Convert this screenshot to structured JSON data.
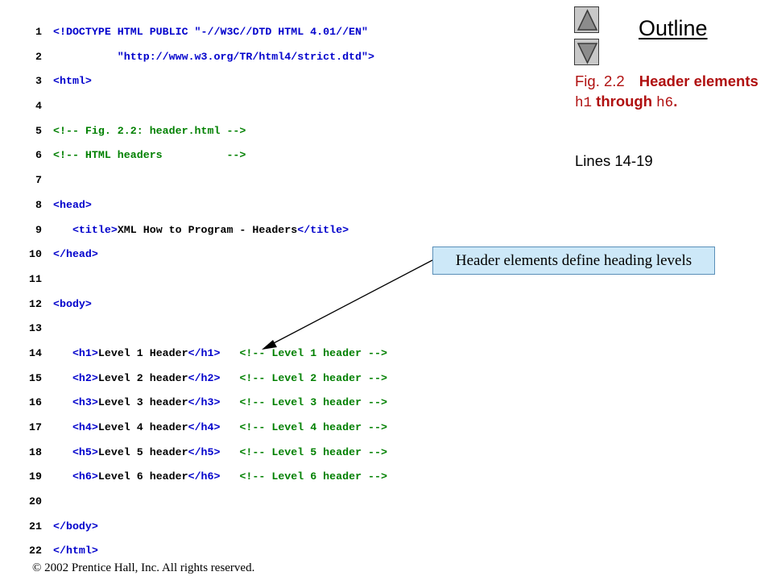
{
  "outline": {
    "title": "Outline",
    "prev_label": "Previous slide",
    "next_label": "Next slide"
  },
  "caption": {
    "fig_label": "Fig. 2.2",
    "text_pre": "Header elements",
    "code_h1": "h1",
    "text_mid": "through",
    "code_h6": "h6",
    "text_end": "."
  },
  "lines_ref": "Lines 14-19",
  "callout": {
    "text": "Header elements define heading levels"
  },
  "footer": {
    "copyright_symbol": "©",
    "copyright_text": "2002 Prentice Hall, Inc.  All rights reserved."
  },
  "colors": {
    "tag": "#0000cc",
    "comment": "#008000",
    "text": "#000000",
    "caption": "#b01010",
    "callout_bg": "#cde8f8"
  },
  "code": [
    {
      "n": "1",
      "parts": [
        {
          "t": "<!DOCTYPE HTML PUBLIC \"-//W3C//DTD HTML 4.01//EN\"",
          "k": "tag"
        }
      ]
    },
    {
      "n": "2",
      "parts": [
        {
          "t": "          \"http://www.w3.org/TR/html4/strict.dtd\">",
          "k": "tag"
        }
      ]
    },
    {
      "n": "3",
      "parts": [
        {
          "t": "<html>",
          "k": "tag"
        }
      ]
    },
    {
      "n": "4",
      "parts": []
    },
    {
      "n": "5",
      "parts": [
        {
          "t": "<!-- Fig. 2.2: header.html -->",
          "k": "comment"
        }
      ]
    },
    {
      "n": "6",
      "parts": [
        {
          "t": "<!-- HTML headers          -->",
          "k": "comment"
        }
      ]
    },
    {
      "n": "7",
      "parts": []
    },
    {
      "n": "8",
      "parts": [
        {
          "t": "<head>",
          "k": "tag"
        }
      ]
    },
    {
      "n": "9",
      "parts": [
        {
          "t": "   ",
          "k": "text"
        },
        {
          "t": "<title>",
          "k": "tag"
        },
        {
          "t": "XML How to Program - Headers",
          "k": "text"
        },
        {
          "t": "</title>",
          "k": "tag"
        }
      ]
    },
    {
      "n": "10",
      "parts": [
        {
          "t": "</head>",
          "k": "tag"
        }
      ]
    },
    {
      "n": "11",
      "parts": []
    },
    {
      "n": "12",
      "parts": [
        {
          "t": "<body>",
          "k": "tag"
        }
      ]
    },
    {
      "n": "13",
      "parts": []
    },
    {
      "n": "14",
      "parts": [
        {
          "t": "   ",
          "k": "text"
        },
        {
          "t": "<h1>",
          "k": "tag"
        },
        {
          "t": "Level 1 Header",
          "k": "text"
        },
        {
          "t": "</h1>",
          "k": "tag"
        },
        {
          "t": "   ",
          "k": "text"
        },
        {
          "t": "<!-- Level 1 header -->",
          "k": "comment"
        }
      ]
    },
    {
      "n": "15",
      "parts": [
        {
          "t": "   ",
          "k": "text"
        },
        {
          "t": "<h2>",
          "k": "tag"
        },
        {
          "t": "Level 2 header",
          "k": "text"
        },
        {
          "t": "</h2>",
          "k": "tag"
        },
        {
          "t": "   ",
          "k": "text"
        },
        {
          "t": "<!-- Level 2 header -->",
          "k": "comment"
        }
      ]
    },
    {
      "n": "16",
      "parts": [
        {
          "t": "   ",
          "k": "text"
        },
        {
          "t": "<h3>",
          "k": "tag"
        },
        {
          "t": "Level 3 header",
          "k": "text"
        },
        {
          "t": "</h3>",
          "k": "tag"
        },
        {
          "t": "   ",
          "k": "text"
        },
        {
          "t": "<!-- Level 3 header -->",
          "k": "comment"
        }
      ]
    },
    {
      "n": "17",
      "parts": [
        {
          "t": "   ",
          "k": "text"
        },
        {
          "t": "<h4>",
          "k": "tag"
        },
        {
          "t": "Level 4 header",
          "k": "text"
        },
        {
          "t": "</h4>",
          "k": "tag"
        },
        {
          "t": "   ",
          "k": "text"
        },
        {
          "t": "<!-- Level 4 header -->",
          "k": "comment"
        }
      ]
    },
    {
      "n": "18",
      "parts": [
        {
          "t": "   ",
          "k": "text"
        },
        {
          "t": "<h5>",
          "k": "tag"
        },
        {
          "t": "Level 5 header",
          "k": "text"
        },
        {
          "t": "</h5>",
          "k": "tag"
        },
        {
          "t": "   ",
          "k": "text"
        },
        {
          "t": "<!-- Level 5 header -->",
          "k": "comment"
        }
      ]
    },
    {
      "n": "19",
      "parts": [
        {
          "t": "   ",
          "k": "text"
        },
        {
          "t": "<h6>",
          "k": "tag"
        },
        {
          "t": "Level 6 header",
          "k": "text"
        },
        {
          "t": "</h6>",
          "k": "tag"
        },
        {
          "t": "   ",
          "k": "text"
        },
        {
          "t": "<!-- Level 6 header -->",
          "k": "comment"
        }
      ]
    },
    {
      "n": "20",
      "parts": []
    },
    {
      "n": "21",
      "parts": [
        {
          "t": "</body>",
          "k": "tag"
        }
      ]
    },
    {
      "n": "22",
      "parts": [
        {
          "t": "</html>",
          "k": "tag"
        }
      ]
    }
  ]
}
